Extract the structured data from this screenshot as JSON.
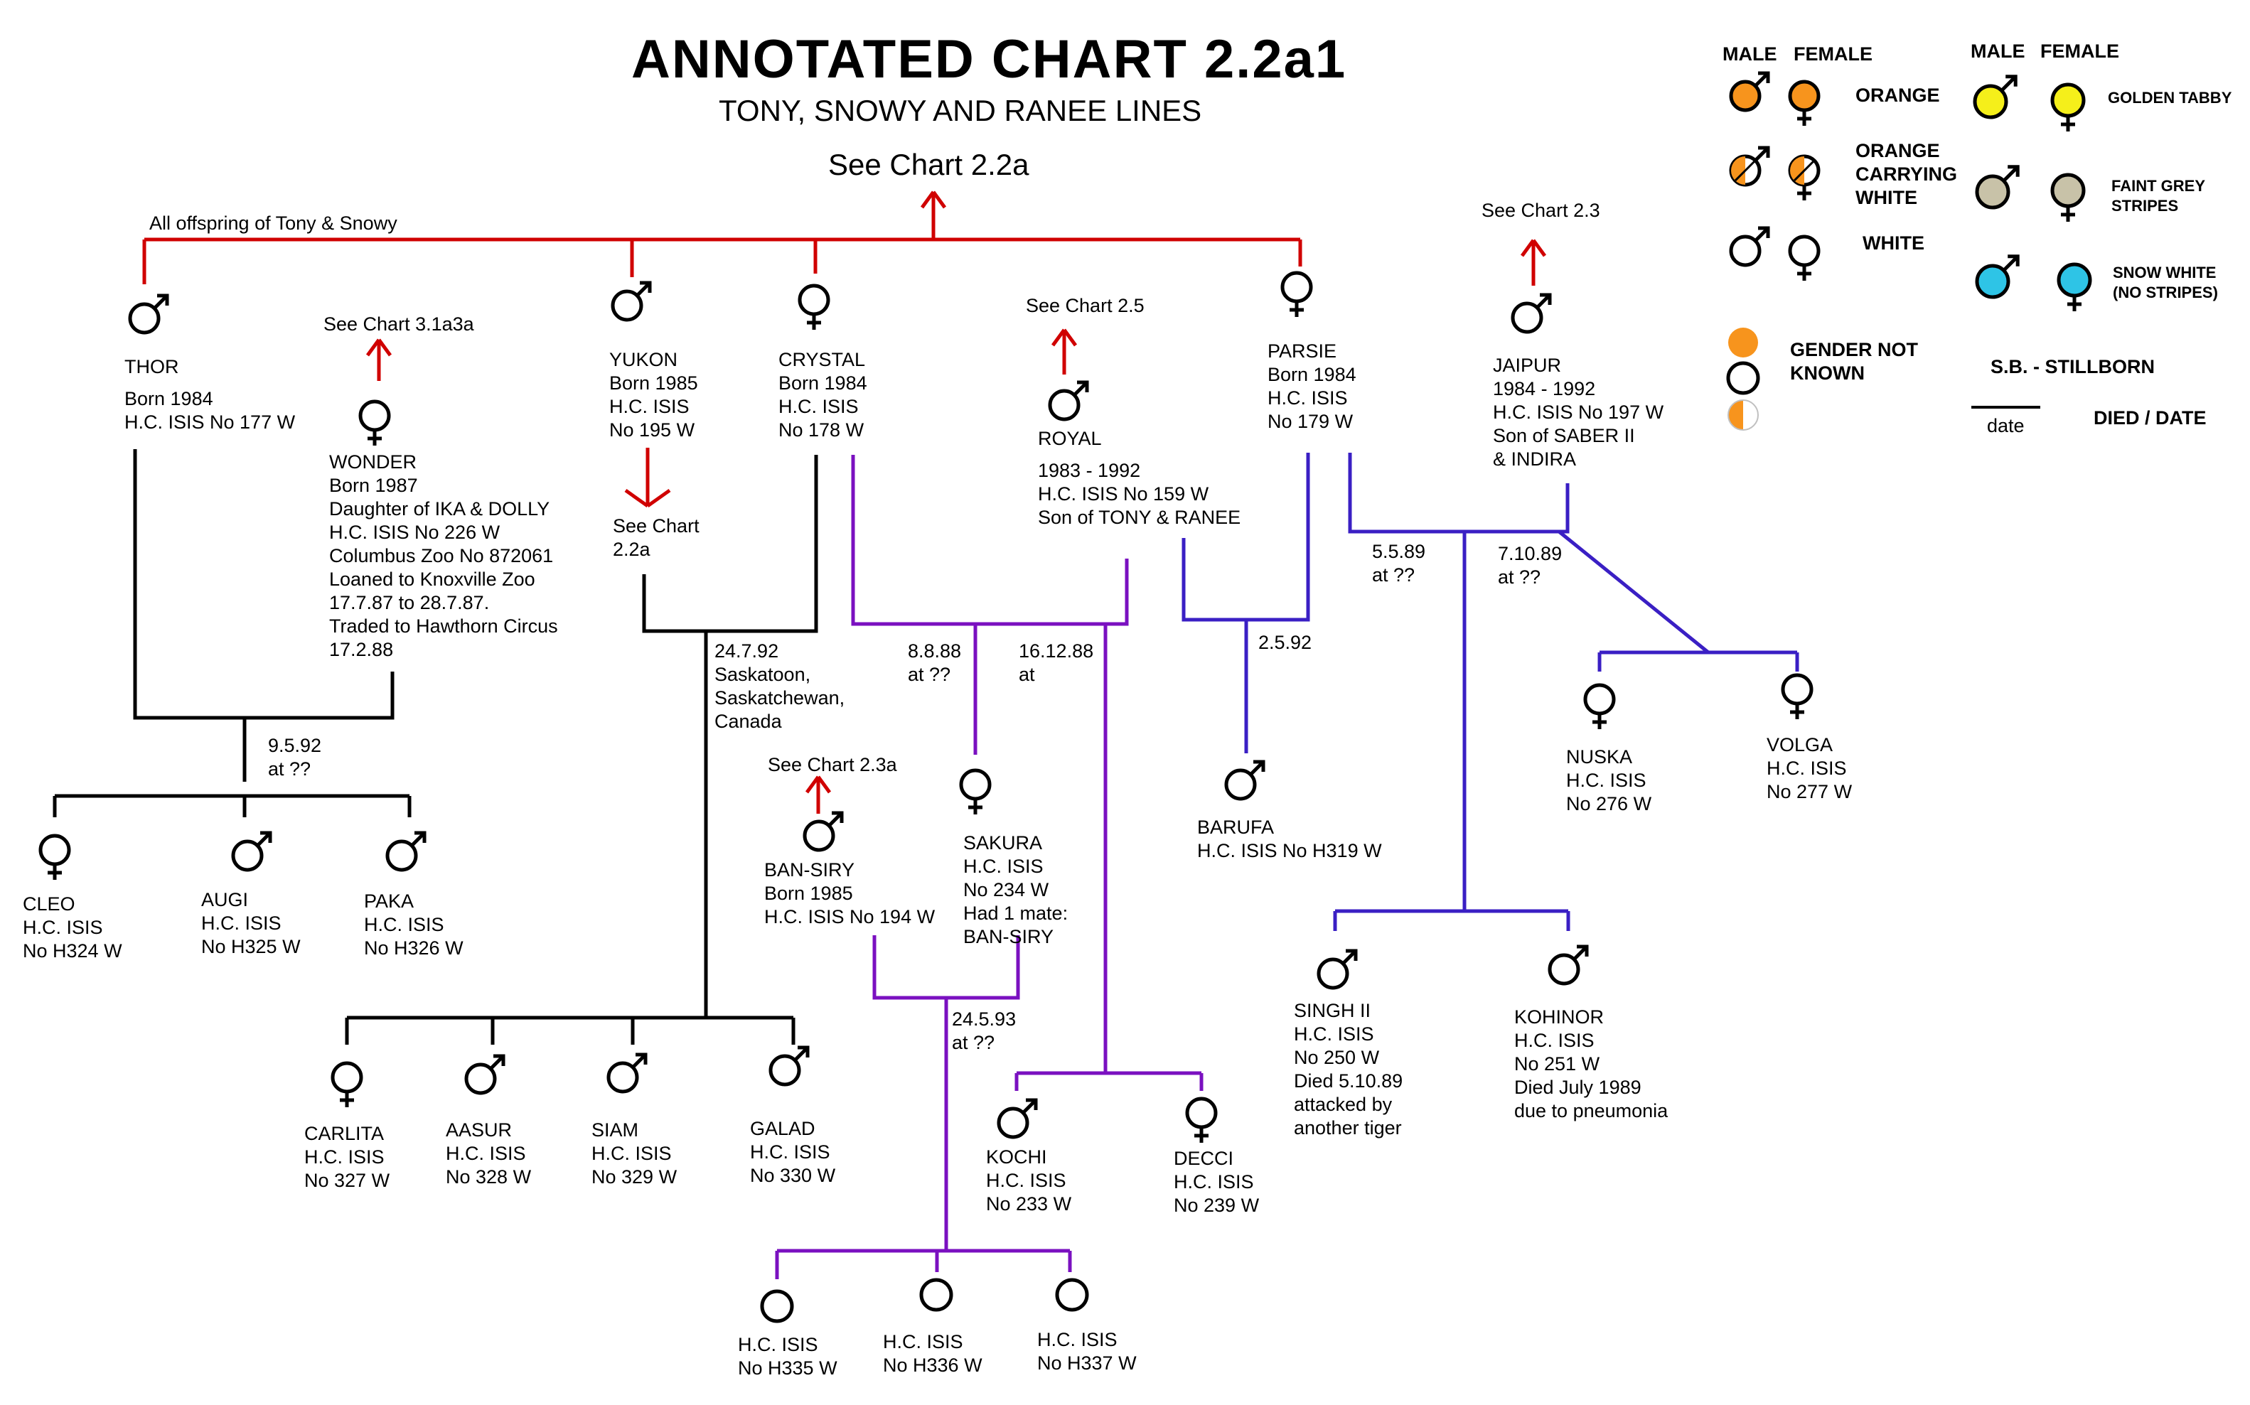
{
  "title": "ANNOTATED CHART  2.2a1",
  "subtitle": "TONY, SNOWY AND RANEE LINES",
  "top_ref": "See Chart 2.2a",
  "top_line_label": "All offspring of Tony & Snowy",
  "colors": {
    "red": "#d00000",
    "black": "#000000",
    "purple": "#7a10c0",
    "blue": "#3a1fc4",
    "orange": "#f7941d",
    "yellow": "#f5ef1a",
    "grey": "#c8c2a8",
    "cyan": "#2ec4e6"
  },
  "legend": {
    "hdr_male": "MALE",
    "hdr_female": "FEMALE",
    "orange": "ORANGE",
    "orange_carrying": [
      "ORANGE",
      "CARRYING",
      "WHITE"
    ],
    "white": "WHITE",
    "golden": "GOLDEN TABBY",
    "faint_grey": [
      "FAINT GREY",
      "STRIPES"
    ],
    "snow_white": [
      "SNOW WHITE",
      "(NO STRIPES)"
    ],
    "gender_unknown": [
      "GENDER NOT",
      "KNOWN"
    ],
    "stillborn": "S.B.  - STILLBORN",
    "date_word": "date",
    "died_date": "DIED / DATE"
  },
  "tigers": {
    "thor": [
      "THOR",
      "",
      "Born 1984",
      "H.C. ISIS No 177 W"
    ],
    "wonder_ref": "See Chart 3.1a3a",
    "wonder": [
      "WONDER",
      "Born 1987",
      "Daughter of IKA & DOLLY",
      "H.C. ISIS No 226 W",
      "Columbus Zoo No 872061",
      "Loaned to Knoxville Zoo",
      "17.7.87 to 28.7.87.",
      "Traded to Hawthorn Circus",
      "17.2.88"
    ],
    "yukon": [
      "YUKON",
      "Born 1985",
      "H.C. ISIS",
      "No  195 W"
    ],
    "yukon_ref": [
      "See Chart",
      "2.2a"
    ],
    "crystal": [
      "CRYSTAL",
      "Born 1984",
      "H.C. ISIS",
      "No 178 W"
    ],
    "royal_ref": "See Chart 2.5",
    "royal": [
      "ROYAL",
      "",
      "1983 - 1992",
      "H.C. ISIS No 159 W",
      "Son of TONY & RANEE"
    ],
    "parsie": [
      "PARSIE",
      "Born 1984",
      "H.C. ISIS",
      "No 179 W"
    ],
    "jaipur_ref": "See Chart 2.3",
    "jaipur": [
      "JAIPUR",
      "1984 - 1992",
      "H.C. ISIS No 197 W",
      "Son of SABER II",
      "& INDIRA"
    ],
    "cleo": [
      "CLEO",
      "H.C. ISIS",
      "No H324 W"
    ],
    "augi": [
      "AUGI",
      "H.C. ISIS",
      "No H325 W"
    ],
    "paka": [
      "PAKA",
      "H.C. ISIS",
      "No H326 W"
    ],
    "carlita": [
      "CARLITA",
      "H.C. ISIS",
      "No 327 W"
    ],
    "aasur": [
      "AASUR",
      "H.C. ISIS",
      "No 328 W"
    ],
    "siam": [
      "SIAM",
      "H.C. ISIS",
      "No 329 W"
    ],
    "galad": [
      "GALAD",
      "H.C. ISIS",
      "No 330 W"
    ],
    "bansiry_ref": "See Chart 2.3a",
    "bansiry": [
      "BAN-SIRY",
      "Born 1985",
      "H.C. ISIS No 194 W"
    ],
    "sakura": [
      "SAKURA",
      "H.C. ISIS",
      "No 234 W",
      "Had 1 mate:",
      "BAN-SIRY"
    ],
    "kochi": [
      "KOCHI",
      "H.C. ISIS",
      "No 233 W"
    ],
    "decci": [
      "DECCI",
      "H.C. ISIS",
      "No 239 W"
    ],
    "cub335": [
      "H.C. ISIS",
      "No H335 W"
    ],
    "cub336": [
      "H.C. ISIS",
      "No H336 W"
    ],
    "cub337": [
      "H.C. ISIS",
      "No H337 W"
    ],
    "barufa": [
      "BARUFA",
      "H.C. ISIS No H319 W"
    ],
    "singh": [
      "SINGH II",
      "H.C. ISIS",
      "No 250 W",
      "Died 5.10.89",
      "attacked by",
      "another tiger"
    ],
    "kohinor": [
      "KOHINOR",
      "H.C. ISIS",
      "No 251 W",
      "Died July 1989",
      "due to pneumonia"
    ],
    "nuska": [
      "NUSKA",
      "H.C. ISIS",
      "No 276 W"
    ],
    "volga": [
      "VOLGA",
      "H.C. ISIS",
      "No 277 W"
    ]
  },
  "dates": {
    "thor_wonder": [
      "9.5.92",
      "at ??"
    ],
    "yukon_crystal": [
      "24.7.92",
      "Saskatoon,",
      "Saskatchewan,",
      "Canada"
    ],
    "sakura_litter": [
      "8.8.88",
      "at ??"
    ],
    "kochi_litter": [
      "16.12.88",
      "at"
    ],
    "bansiry_sakura": [
      "24.5.93",
      "at ??"
    ],
    "barufa": [
      "2.5.92"
    ],
    "singh": [
      "5.5.89",
      "at ??"
    ],
    "nuska": [
      "7.10.89",
      "at ??"
    ]
  }
}
